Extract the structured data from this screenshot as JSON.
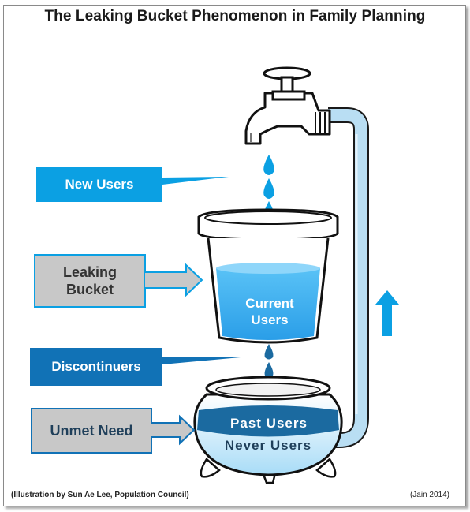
{
  "title": "The Leaking Bucket Phenomenon in Family Planning",
  "labels": {
    "new_users": "New Users",
    "leaking_bucket_line1": "Leaking",
    "leaking_bucket_line2": "Bucket",
    "discontinuers": "Discontinuers",
    "unmet_need": "Unmet Need",
    "current_users_line1": "Current",
    "current_users_line2": "Users",
    "past_users": "Past Users",
    "never_users": "Never Users"
  },
  "footer": {
    "credit": "(Illustration by Sun Ae Lee, Population Council)",
    "citation": "(Jain 2014)"
  },
  "colors": {
    "accent_blue": "#0ba0e3",
    "dark_blue": "#1172b6",
    "water_blue": "#3ab0f0",
    "pot_water": "#1b6aa0",
    "pipe_blue": "#b9def3",
    "gray_box": "#c8c8c8"
  },
  "icons": [
    "faucet-icon",
    "water-drop-icon",
    "up-arrow-icon",
    "right-arrow-icon"
  ]
}
